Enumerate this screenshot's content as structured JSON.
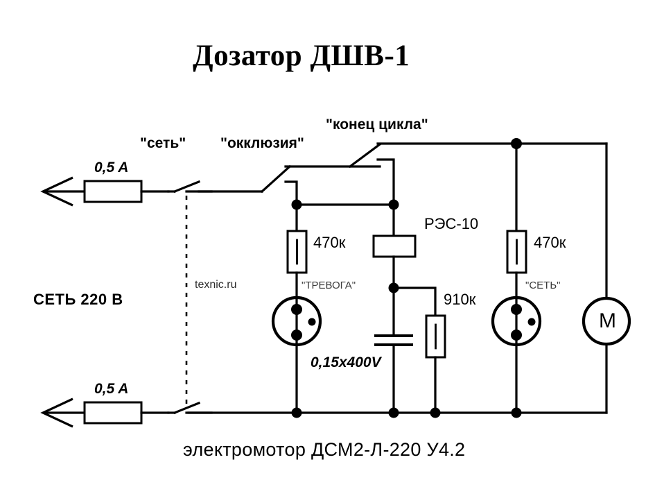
{
  "document": {
    "title": "Дозатор ДШВ-1",
    "caption": "электромотор ДСМ2-Л-220      У4.2",
    "watermark": "texnic.ru",
    "mains_label": "СЕТЬ 220 В"
  },
  "switches": [
    {
      "id": "set",
      "label": "\"сеть\""
    },
    {
      "id": "okklyuziya",
      "label": "\"окклюзия\""
    },
    {
      "id": "konec-cikla",
      "label": "\"конец цикла\""
    }
  ],
  "fuses": [
    {
      "id": "fuse-top",
      "value": "0,5 A"
    },
    {
      "id": "fuse-bottom",
      "value": "0,5 A"
    }
  ],
  "components": {
    "resistor_alarm": "470к",
    "resistor_mains": "470к",
    "resistor_910": "910к",
    "relay": "РЭС-10",
    "capacitor": "0,15х400V",
    "lamp_alarm": "\"ТРЕВОГА\"",
    "lamp_mains": "\"СЕТЬ\"",
    "motor": "М"
  },
  "colors": {
    "ink": "#000000",
    "paper": "#ffffff",
    "tag_gray": "#3a3a3a"
  }
}
